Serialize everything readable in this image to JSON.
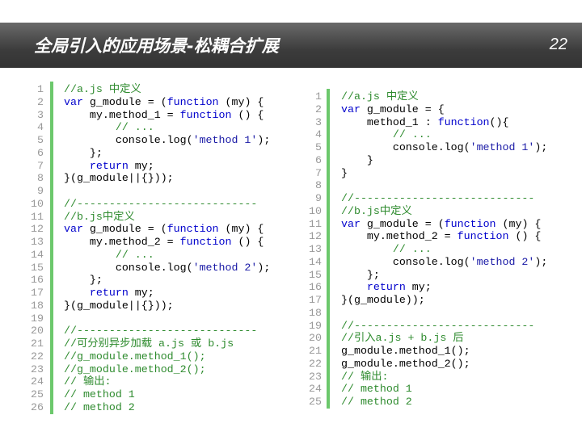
{
  "header": {
    "title": "全局引入的应用场景-松耦合扩展",
    "page_number": "22"
  },
  "colors": {
    "comment": "#2e8b2e",
    "keyword": "#0000cc",
    "string": "#1a1aa6",
    "gutter_bar": "#6cc86c"
  },
  "left_code": [
    [
      [
        "c",
        "//a.js 中定义"
      ]
    ],
    [
      [
        "k",
        "var"
      ],
      [
        "p",
        " g_module = ("
      ],
      [
        "k",
        "function"
      ],
      [
        "p",
        " (my) {"
      ]
    ],
    [
      [
        "p",
        "    my.method_1 = "
      ],
      [
        "k",
        "function"
      ],
      [
        "p",
        " () {"
      ]
    ],
    [
      [
        "c",
        "        // ..."
      ]
    ],
    [
      [
        "p",
        "        console.log("
      ],
      [
        "s",
        "'method 1'"
      ],
      [
        "p",
        ");"
      ]
    ],
    [
      [
        "p",
        "    };"
      ]
    ],
    [
      [
        "k",
        "    return"
      ],
      [
        "p",
        " my;"
      ]
    ],
    [
      [
        "p",
        "}(g_module||{}));"
      ]
    ],
    [],
    [
      [
        "c",
        "//----------------------------"
      ]
    ],
    [
      [
        "c",
        "//b.js中定义"
      ]
    ],
    [
      [
        "k",
        "var"
      ],
      [
        "p",
        " g_module = ("
      ],
      [
        "k",
        "function"
      ],
      [
        "p",
        " (my) {"
      ]
    ],
    [
      [
        "p",
        "    my.method_2 = "
      ],
      [
        "k",
        "function"
      ],
      [
        "p",
        " () {"
      ]
    ],
    [
      [
        "c",
        "        // ..."
      ]
    ],
    [
      [
        "p",
        "        console.log("
      ],
      [
        "s",
        "'method 2'"
      ],
      [
        "p",
        ");"
      ]
    ],
    [
      [
        "p",
        "    };"
      ]
    ],
    [
      [
        "k",
        "    return"
      ],
      [
        "p",
        " my;"
      ]
    ],
    [
      [
        "p",
        "}(g_module||{}));"
      ]
    ],
    [],
    [
      [
        "c",
        "//----------------------------"
      ]
    ],
    [
      [
        "c",
        "//可分别异步加载 a.js 或 b.js"
      ]
    ],
    [
      [
        "c",
        "//g_module.method_1();"
      ]
    ],
    [
      [
        "c",
        "//g_module.method_2();"
      ]
    ],
    [
      [
        "c",
        "// 输出:"
      ]
    ],
    [
      [
        "c",
        "// method 1"
      ]
    ],
    [
      [
        "c",
        "// method 2"
      ]
    ]
  ],
  "right_code": [
    [
      [
        "c",
        "//a.js 中定义"
      ]
    ],
    [
      [
        "k",
        "var"
      ],
      [
        "p",
        " g_module = {"
      ]
    ],
    [
      [
        "p",
        "    method_1 : "
      ],
      [
        "k",
        "function"
      ],
      [
        "p",
        "(){"
      ]
    ],
    [
      [
        "c",
        "        // ..."
      ]
    ],
    [
      [
        "p",
        "        console.log("
      ],
      [
        "s",
        "'method 1'"
      ],
      [
        "p",
        ");"
      ]
    ],
    [
      [
        "p",
        "    }"
      ]
    ],
    [
      [
        "p",
        "}"
      ]
    ],
    [],
    [
      [
        "c",
        "//----------------------------"
      ]
    ],
    [
      [
        "c",
        "//b.js中定义"
      ]
    ],
    [
      [
        "k",
        "var"
      ],
      [
        "p",
        " g_module = ("
      ],
      [
        "k",
        "function"
      ],
      [
        "p",
        " (my) {"
      ]
    ],
    [
      [
        "p",
        "    my.method_2 = "
      ],
      [
        "k",
        "function"
      ],
      [
        "p",
        " () {"
      ]
    ],
    [
      [
        "c",
        "        // ..."
      ]
    ],
    [
      [
        "p",
        "        console.log("
      ],
      [
        "s",
        "'method 2'"
      ],
      [
        "p",
        ");"
      ]
    ],
    [
      [
        "p",
        "    };"
      ]
    ],
    [
      [
        "k",
        "    return"
      ],
      [
        "p",
        " my;"
      ]
    ],
    [
      [
        "p",
        "}(g_module));"
      ]
    ],
    [],
    [
      [
        "c",
        "//----------------------------"
      ]
    ],
    [
      [
        "c",
        "//引入a.js + b.js 后"
      ]
    ],
    [
      [
        "p",
        "g_module.method_1();"
      ]
    ],
    [
      [
        "p",
        "g_module.method_2();"
      ]
    ],
    [
      [
        "c",
        "// 输出:"
      ]
    ],
    [
      [
        "c",
        "// method 1"
      ]
    ],
    [
      [
        "c",
        "// method 2"
      ]
    ]
  ]
}
